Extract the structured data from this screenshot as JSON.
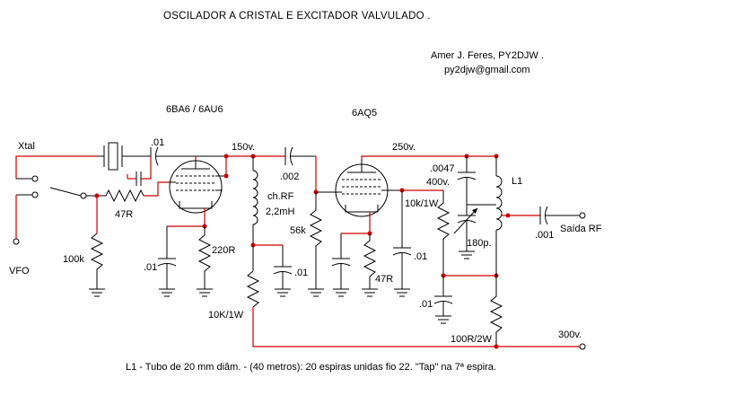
{
  "title": "OSCILADOR  A  CRISTAL  E   EXCITADOR  VALVULADO .",
  "author": {
    "name": "Amer J. Feres, PY2DJW .",
    "email": "py2djw@gmail.com"
  },
  "tubes": {
    "oscillator": "6BA6 / 6AU6",
    "amplifier": "6AQ5"
  },
  "labels": {
    "xtal": "Xtal",
    "vfo": "VFO",
    "c_xtal": ".01",
    "r_grid": "47R",
    "r_grid_leak": "100k",
    "c_cathode": ".01",
    "r_cathode": "220R",
    "v150": "150v.",
    "choke_1": "ch.RF",
    "choke_2": "2,2mH",
    "c_choke": ".01",
    "r_drop": "10K/1W",
    "c_coupling": ".002",
    "r_grid2": "56k",
    "r_cathode2": "47R",
    "v250": "250v.",
    "c_tank_1": ".0047",
    "c_tank_2": "400v.",
    "coil": "L1",
    "r_screen": "10k/1W",
    "c_screen": ".01",
    "c_var": "180p.",
    "c_bypass": ".01",
    "r_plate": "100R/2W",
    "c_out": ".001",
    "out": "Saída RF",
    "v300": "300v."
  },
  "note": "L1 - Tubo de 20 mm diâm. - (40 metros): 20 espiras unidas fio 22. \"Tap\" na 7ª espira."
}
